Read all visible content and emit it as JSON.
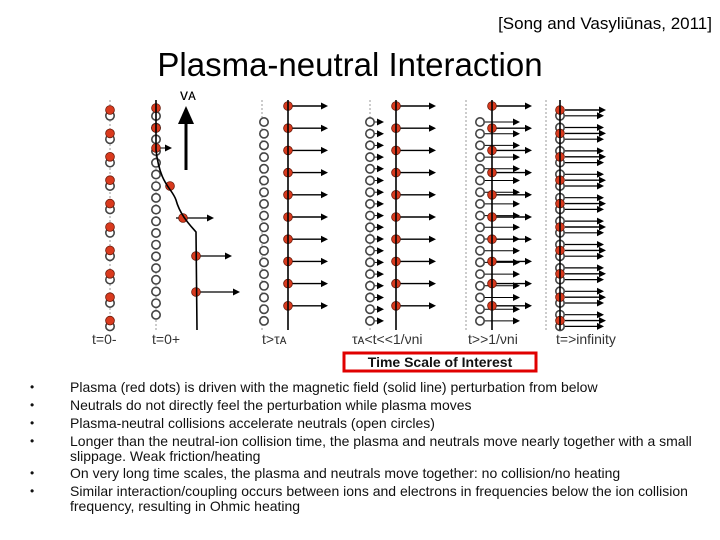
{
  "citation": "[Song and Vasyliūnas, 2011]",
  "title": "Plasma-neutral Interaction",
  "diagram": {
    "v_label": "vᴀ",
    "frames": [
      {
        "label": "t=0-"
      },
      {
        "label": "t=0+"
      },
      {
        "label": "t>τᴀ"
      },
      {
        "label": "τᴀ<t<<1/νni"
      },
      {
        "label": "t>>1/νni"
      },
      {
        "label": "t=>infinity"
      }
    ],
    "highlight_label": "Time Scale of Interest",
    "highlight_color": "#e00000",
    "plasma_color": "#d93a1e",
    "neutral_color": "#444444"
  },
  "bullets": [
    "Plasma (red dots) is driven with the magnetic field (solid line) perturbation from below",
    "Neutrals do not directly feel the perturbation while plasma moves",
    "Plasma-neutral collisions accelerate neutrals (open circles)",
    "Longer than the neutral-ion collision time, the plasma and neutrals move nearly together with a small slippage. Weak friction/heating",
    "On very long time scales, the plasma and neutrals move together: no collision/no heating",
    "Similar interaction/coupling occurs between ions and electrons in frequencies below the ion collision frequency, resulting in Ohmic heating"
  ]
}
